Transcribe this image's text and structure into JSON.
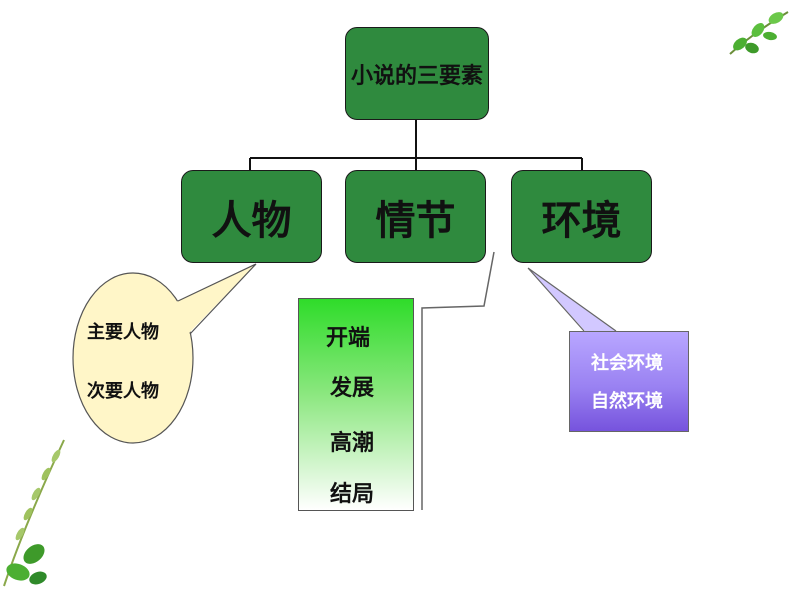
{
  "root": {
    "label": "小说的三要素"
  },
  "children": [
    {
      "label": "人物"
    },
    {
      "label": "情节"
    },
    {
      "label": "环境"
    }
  ],
  "character_types": [
    "主要人物",
    "次要人物"
  ],
  "plot_stages": [
    "开端",
    "发展",
    "高潮",
    "结局"
  ],
  "environment_types": [
    "社会环境",
    "自然环境"
  ],
  "colors": {
    "box_green": "#2f8a3e",
    "oval_fill": "#fff6c8",
    "plot_gradient_top": "#2fdc2a",
    "env_gradient_bottom": "#7653dd",
    "leaf_green": "#4caf32"
  }
}
